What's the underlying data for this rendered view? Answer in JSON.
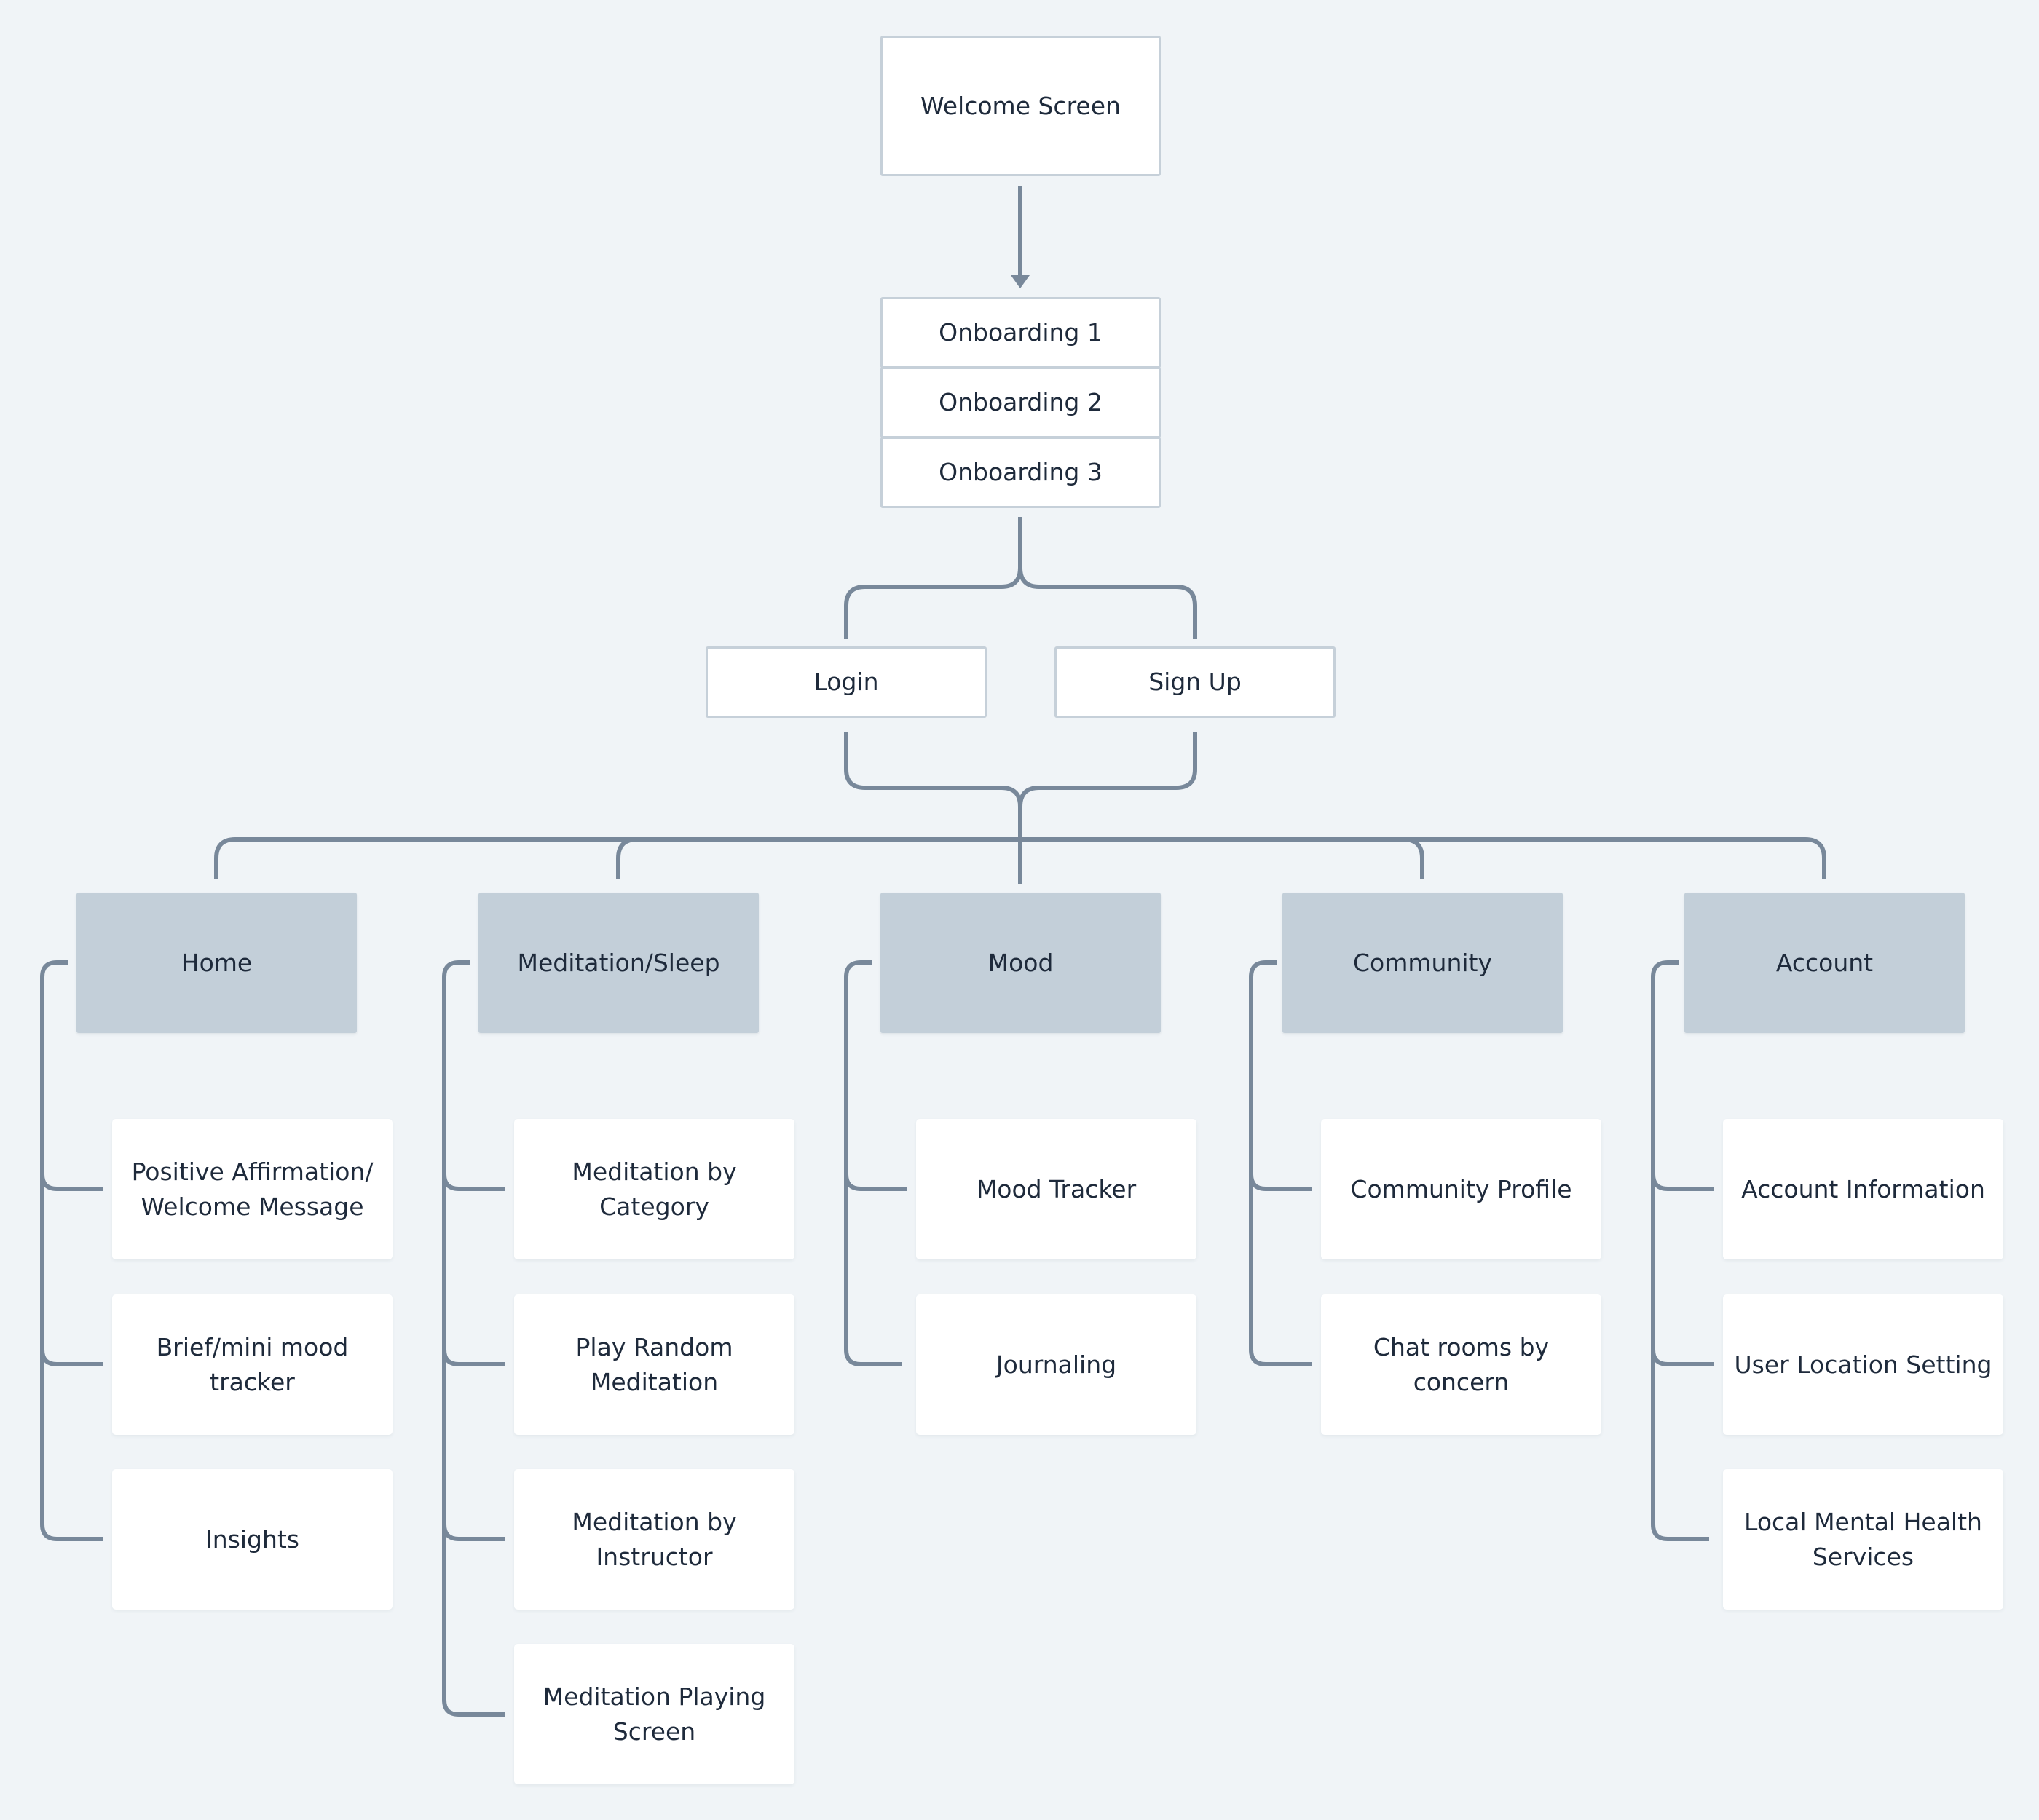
{
  "top": {
    "welcome": "Welcome Screen",
    "onboarding": [
      "Onboarding 1",
      "Onboarding 2",
      "Onboarding 3"
    ],
    "login": "Login",
    "signup": "Sign Up"
  },
  "sections": [
    {
      "header": "Home",
      "items": [
        "Positive Affirmation/\nWelcome Message",
        "Brief/mini mood\ntracker",
        "Insights"
      ]
    },
    {
      "header": "Meditation/Sleep",
      "items": [
        "Meditation by\nCategory",
        "Play Random\nMeditation",
        "Meditation by\nInstructor",
        "Meditation Playing\nScreen"
      ]
    },
    {
      "header": "Mood",
      "items": [
        "Mood Tracker",
        "Journaling"
      ]
    },
    {
      "header": "Community",
      "items": [
        "Community Profile",
        "Chat rooms by\nconcern"
      ]
    },
    {
      "header": "Account",
      "items": [
        "Account Information",
        "User Location Setting",
        "Local Mental Health\nServices"
      ]
    }
  ],
  "colors": {
    "background": "#F0F4F7",
    "connector": "#78889A",
    "header_fill": "#C3CFD9",
    "box_border": "#C6D0D9",
    "text": "#1E2A3B"
  }
}
